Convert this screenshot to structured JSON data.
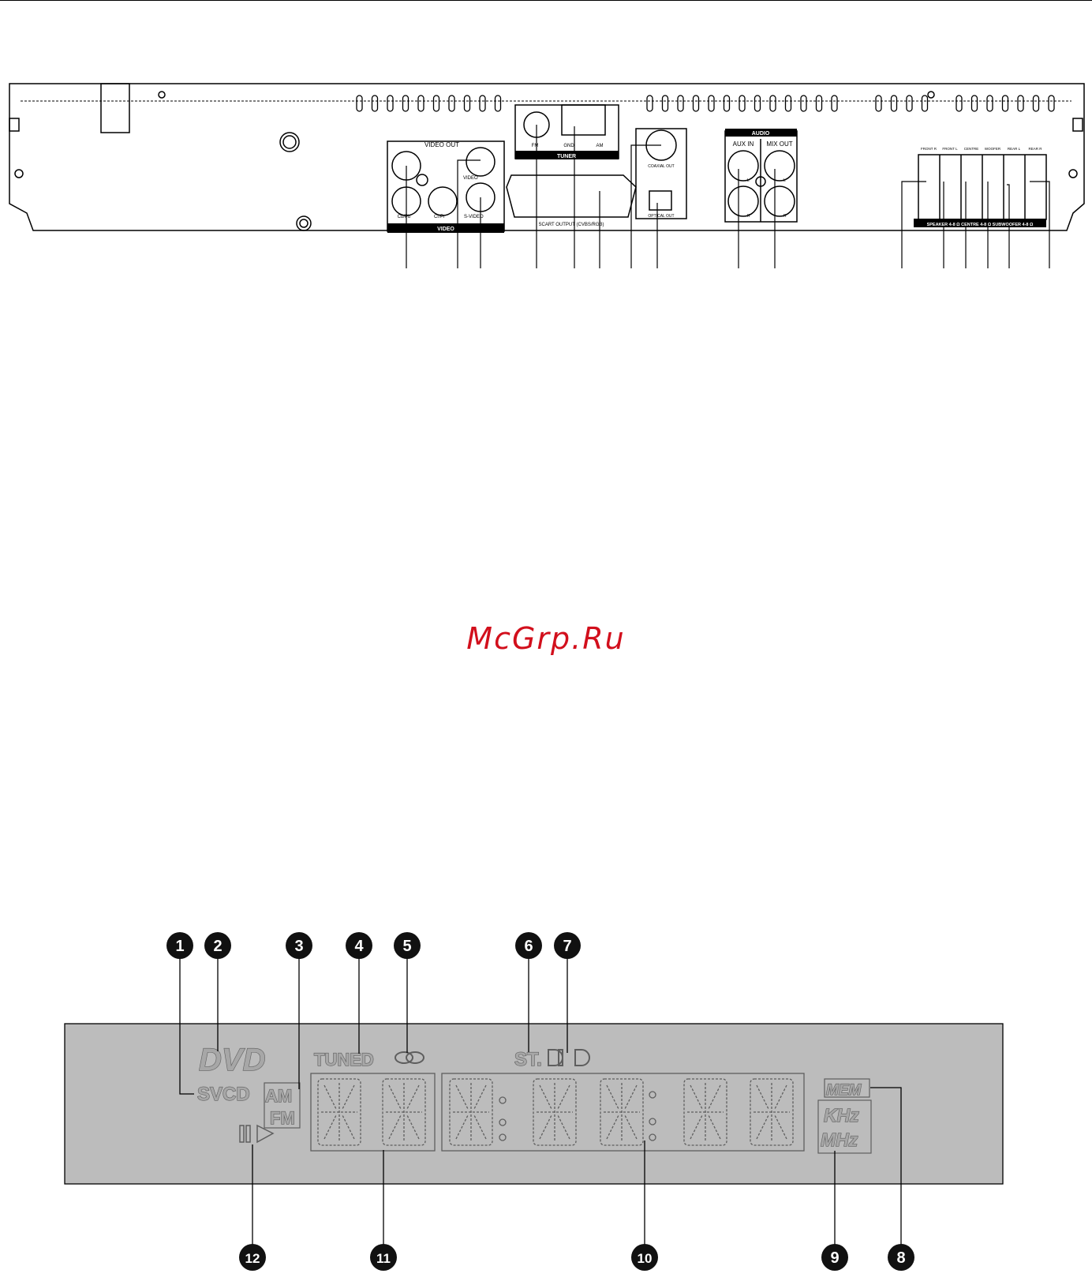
{
  "rear_panel": {
    "video_section": {
      "title": "VIDEO OUT",
      "jacks": {
        "y": "Y",
        "cb_pb": "Cb/Pb",
        "cr_pr": "Cr/Pr",
        "video": "VIDEO",
        "s_video": "S-VIDEO"
      },
      "footer": "VIDEO"
    },
    "tuner_section": {
      "fm": "FM",
      "gnd": "GND",
      "am": "AM",
      "footer": "TUNER"
    },
    "scart_label": "SCART OUTPUT (CVBS/RGB)",
    "digital": {
      "coaxial": "COAXIAL OUT",
      "optical": "OPTICAL OUT"
    },
    "audio_section": {
      "header": "AUDIO",
      "aux_in": "AUX IN",
      "mix_out": "MIX OUT",
      "left": "L",
      "right": "R"
    },
    "speakers": {
      "channels": [
        "FRONT R",
        "FRONT L",
        "CENTRE",
        "WOOFER",
        "REAR L",
        "REAR R"
      ],
      "footer": "SPEAKER 4-8 Ω CENTRE 4-8 Ω SUBWOOFER 4-8 Ω"
    }
  },
  "watermark": "McGrp.Ru",
  "display_panel": {
    "indicators": {
      "dvd": "DVD",
      "svcd": "SVCD",
      "am": "AM",
      "fm": "FM",
      "tuned": "TUNED",
      "st": "ST.",
      "mem": "MEM",
      "khz": "KHz",
      "mhz": "MHz"
    },
    "callouts": [
      "1",
      "2",
      "3",
      "4",
      "5",
      "6",
      "7",
      "8",
      "9",
      "10",
      "11",
      "12"
    ]
  }
}
